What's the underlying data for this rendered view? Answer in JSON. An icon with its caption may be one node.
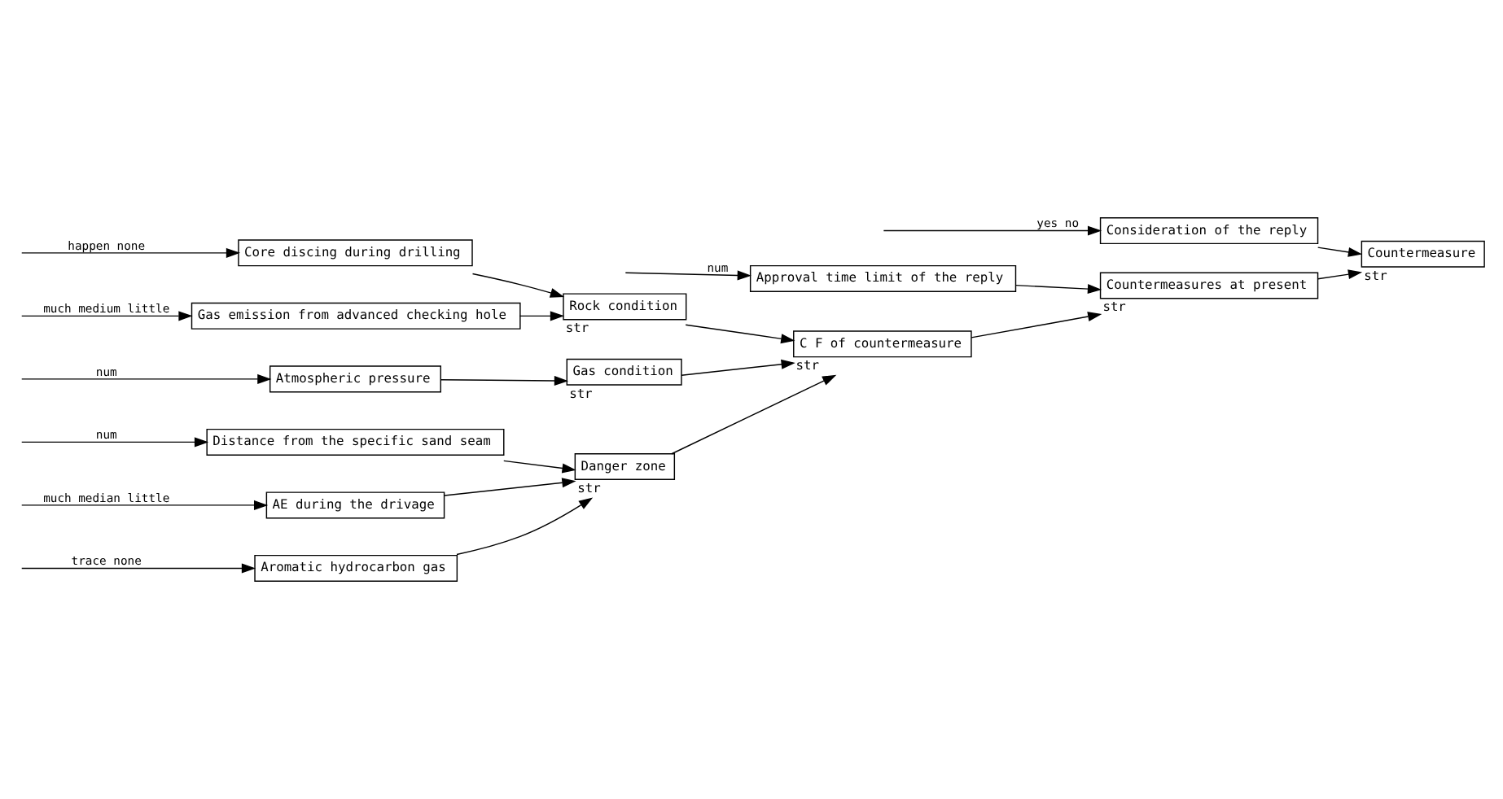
{
  "diagram": {
    "nodes": [
      {
        "text": [
          "Aromatic hydrocarbon gas"
        ]
      },
      {
        "text": [
          "Distance from the specific sand seam"
        ]
      },
      {
        "text": [
          "AE during the drivage"
        ]
      },
      {
        "text": [
          "Danger zone"
        ],
        "beside": [
          "str"
        ]
      },
      {
        "text": [
          "Core discing during drilling"
        ]
      },
      {
        "text": [
          "Gas emission from advanced checking hole"
        ]
      },
      {
        "text": [
          "Rock condition"
        ],
        "beside": [
          "str"
        ]
      },
      {
        "text": [
          "Atmospheric pressure"
        ]
      },
      {
        "text": [
          "Gas condition"
        ],
        "beside": [
          "str"
        ]
      },
      {
        "text": [
          "C F of countermeasure"
        ],
        "beside": [
          "str"
        ]
      },
      {
        "text": [
          "Approval time limit of the reply"
        ]
      },
      {
        "text": [
          "Countermeasures at present"
        ],
        "beside": [
          "str"
        ]
      },
      {
        "text": [
          "Consideration of the reply"
        ]
      },
      {
        "text": [
          "Countermeasure"
        ],
        "beside": [
          "str"
        ]
      }
    ],
    "edges": [
      {
        "from": null,
        "to": 0,
        "arrow": "to",
        "label": "trace none"
      },
      {
        "from": null,
        "to": 1,
        "arrow": "to",
        "label": "num"
      },
      {
        "from": null,
        "to": 2,
        "arrow": "to",
        "label": "much median little"
      },
      {
        "from": null,
        "to": 4,
        "arrow": "to",
        "label": "happen none"
      },
      {
        "from": null,
        "to": 5,
        "arrow": "to",
        "label": "much medium little"
      },
      {
        "from": null,
        "to": 7,
        "arrow": "to",
        "label": "num"
      },
      {
        "from": 0,
        "to": 3,
        "arrow": "to"
      },
      {
        "from": 1,
        "to": 3,
        "arrow": "to"
      },
      {
        "from": 2,
        "to": 3,
        "arrow": "to"
      },
      {
        "from": 4,
        "to": 6,
        "arrow": "to"
      },
      {
        "from": 5,
        "to": 6,
        "arrow": "to"
      },
      {
        "from": 7,
        "to": 8,
        "arrow": "to"
      },
      {
        "from": 3,
        "to": 9,
        "arrow": "to"
      },
      {
        "from": 6,
        "to": 9,
        "arrow": "to"
      },
      {
        "from": 8,
        "to": 9,
        "arrow": "to"
      },
      {
        "from": null,
        "to": 10,
        "arrow": "to",
        "label": "num"
      },
      {
        "from": 9,
        "to": 11,
        "arrow": "to"
      },
      {
        "from": 10,
        "to": 11,
        "arrow": "to"
      },
      {
        "from": null,
        "to": 12,
        "arrow": "to",
        "label": "yes no"
      },
      {
        "from": 11,
        "to": 13,
        "arrow": "to"
      },
      {
        "from": 12,
        "to": 13,
        "arrow": "to"
      }
    ]
  }
}
